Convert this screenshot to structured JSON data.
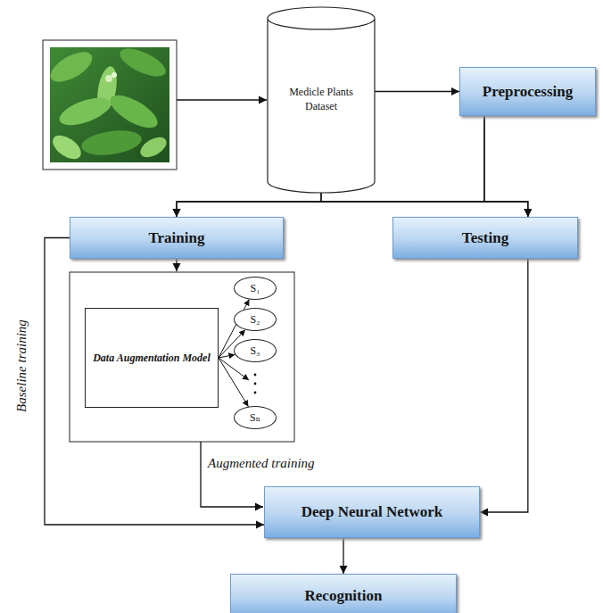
{
  "diagram": {
    "nodes": [
      {
        "text": [
          "Medicle Plants Dataset"
        ]
      },
      {
        "text": [
          "Preprocessing"
        ]
      },
      {
        "text": [
          "Training"
        ]
      },
      {
        "text": [
          "Testing"
        ]
      },
      {
        "text": [
          "Data Augmentation Model"
        ]
      },
      {
        "text": [
          "S₁"
        ]
      },
      {
        "text": [
          "S₂"
        ]
      },
      {
        "text": [
          "S₃"
        ]
      },
      {
        "text": [
          "Sₙ"
        ]
      },
      {
        "text": [
          "Deep Neural Network"
        ]
      },
      {
        "text": [
          "Recognition"
        ]
      }
    ],
    "edges": [
      {
        "from": 0,
        "to": 1,
        "arrow": "to"
      },
      {
        "from": 0,
        "to": 2,
        "arrow": "to"
      },
      {
        "from": 0,
        "to": 3,
        "arrow": "to"
      },
      {
        "from": 1,
        "to": 2,
        "arrow": "to"
      },
      {
        "from": 1,
        "to": 3,
        "arrow": "to"
      },
      {
        "from": 4,
        "to": 5,
        "arrow": "to"
      },
      {
        "from": 4,
        "to": 6,
        "arrow": "to"
      },
      {
        "from": 4,
        "to": 7,
        "arrow": "to"
      },
      {
        "from": 4,
        "to": 8,
        "arrow": "to"
      },
      {
        "from": 2,
        "to": 9,
        "arrow": "to"
      },
      {
        "from": 3,
        "to": 9,
        "arrow": "to"
      },
      {
        "from": 9,
        "to": 10,
        "arrow": "to"
      }
    ],
    "labels": [
      "Baseline training",
      "Augmented training"
    ]
  }
}
